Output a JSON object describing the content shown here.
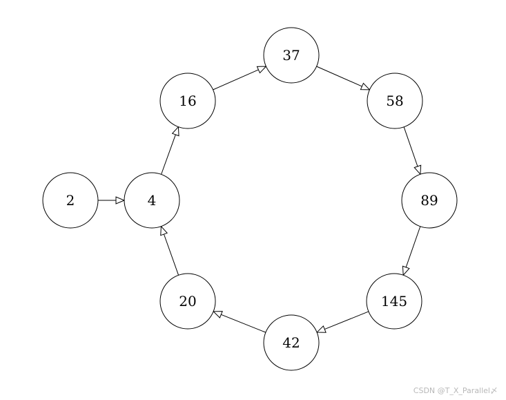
{
  "diagram": {
    "type": "directed-graph",
    "nodes": [
      {
        "id": "2",
        "label": "2"
      },
      {
        "id": "4",
        "label": "4"
      },
      {
        "id": "16",
        "label": "16"
      },
      {
        "id": "37",
        "label": "37"
      },
      {
        "id": "58",
        "label": "58"
      },
      {
        "id": "89",
        "label": "89"
      },
      {
        "id": "145",
        "label": "145"
      },
      {
        "id": "42",
        "label": "42"
      },
      {
        "id": "20",
        "label": "20"
      }
    ],
    "edges": [
      {
        "from": "2",
        "to": "4"
      },
      {
        "from": "4",
        "to": "16"
      },
      {
        "from": "16",
        "to": "37"
      },
      {
        "from": "37",
        "to": "58"
      },
      {
        "from": "58",
        "to": "89"
      },
      {
        "from": "89",
        "to": "145"
      },
      {
        "from": "145",
        "to": "42"
      },
      {
        "from": "42",
        "to": "20"
      },
      {
        "from": "20",
        "to": "4"
      }
    ]
  },
  "watermark": {
    "text": "CSDN @T_X_Parallel〆"
  }
}
